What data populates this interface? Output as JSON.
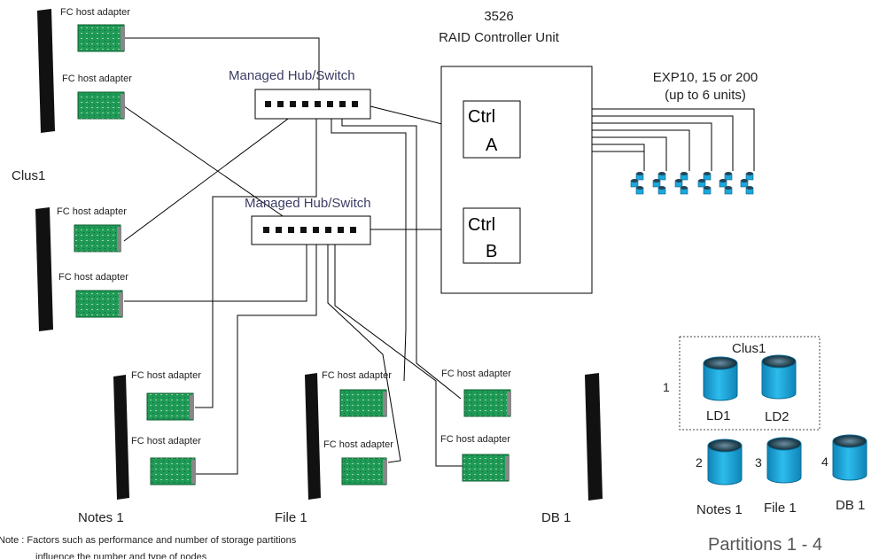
{
  "raid_unit": {
    "model": "3526",
    "name": "RAID Controller Unit"
  },
  "controllers": {
    "a": {
      "line1": "Ctrl",
      "line2": "A"
    },
    "b": {
      "line1": "Ctrl",
      "line2": "B"
    }
  },
  "hubs": {
    "top": "Managed Hub/Switch",
    "bottom": "Managed Hub/Switch"
  },
  "expansion": {
    "line1": "EXP10, 15 or 200",
    "line2": "(up to 6 units)"
  },
  "adapter_label": "FC host adapter",
  "cluster_label": "Clus1",
  "servers": {
    "notes": "Notes 1",
    "file": "File 1",
    "db": "DB 1"
  },
  "partitions_box": {
    "cluster": "Clus1",
    "number": "1",
    "disks": [
      "LD1",
      "LD2"
    ]
  },
  "partitions": [
    {
      "number": "2",
      "label": "Notes 1"
    },
    {
      "number": "3",
      "label": "File 1"
    },
    {
      "number": "4",
      "label": "DB 1"
    }
  ],
  "partitions_title": "Partitions 1 - 4",
  "note": {
    "line1": "Note : Factors such as performance and number of storage partitions",
    "line2": "influence the number and type of nodes"
  },
  "colors": {
    "card": "#1f9a57",
    "disk": "#1aa7dc",
    "hub_port": "#111111"
  }
}
